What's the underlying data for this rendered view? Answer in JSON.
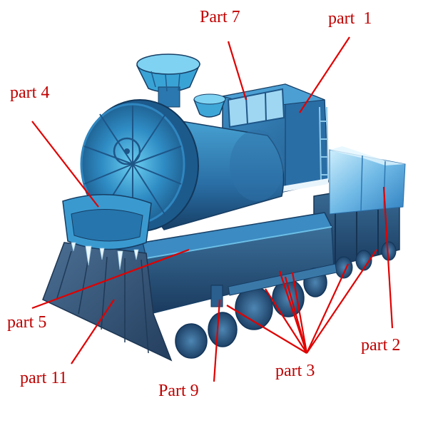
{
  "colors": {
    "label_color": "#c00000",
    "leader_color": "#e00000",
    "train_dark": "#1d4f7a",
    "train_mid": "#2f7fb5",
    "train_light": "#5ec0e6",
    "ice": "#7cc4ec",
    "background": "#ffffff"
  },
  "labels": {
    "part1": "part  1",
    "part2": "part 2",
    "part3": "part 3",
    "part4": "part 4",
    "part5": "part 5",
    "part7": "Part 7",
    "part9": "Part 9",
    "part11": "part 11"
  }
}
